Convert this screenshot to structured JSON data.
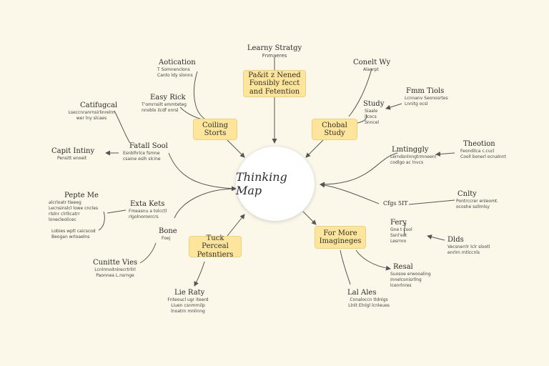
{
  "center": {
    "title": "Thinking Map"
  },
  "boxes": {
    "top": "Pa&it z Nened Fonsibly fecct and Fetention",
    "left_upper": "Coiling Storts",
    "right_upper": "Chobal Study",
    "left_lower": "Tuck Perceal Petsntiers",
    "right_lower": "For More Imagineges"
  },
  "labels": {
    "learning_strategy": {
      "title": "Learny Stratgy",
      "sub": "Fnmaeres"
    },
    "aotication": {
      "title": "Aotication",
      "sub": "T Somnenclons\nCanto ldy slonns"
    },
    "easy_rick": {
      "title": "Easy Rick",
      "sub": "T'omrnsilt emmteteg\nnnoblo ilcdf onrsl"
    },
    "catifugcal": {
      "title": "Catifugcal",
      "sub": "Lseccnranrnsirlinrelrn\nwer lny slcaes"
    },
    "fatall_sool": {
      "title": "Fatall Sool",
      "sub": "Esnblhrlce fsmne\ncsaine eslh slcine"
    },
    "capit_intiny": {
      "title": "Capit Intiny",
      "sub": "Pensitt enoeit"
    },
    "pepte_me": {
      "title": "Pepte Me",
      "sub": "alcrloatr tleeeg\nLecnsinslcl lowe cncles\nrlslnr clrllicatrr\nlonecleolicec"
    },
    "labs_sub": {
      "sub": "Lobies wptl caicscod\nBeogan wrloaelns"
    },
    "exta_kets": {
      "title": "Exta Kets",
      "sub": "Fmeasnu a tolcctl\nrlgolnoroorcrs"
    },
    "bone": {
      "title": "Bone",
      "sub": "Foej"
    },
    "cunitte_vies": {
      "title": "Cunitte Vies",
      "sub": "Lcnlrmoitnlrecrtrllrl\nPaonnea L.nsrnge"
    },
    "lie_raty": {
      "title": "Lie Raty",
      "sub": "Fnteoucl ugr iteerd\nLiuen csnmrnilp\nlnoatrn mnlinng"
    },
    "conelwy": {
      "title": "Conelt Wy",
      "sub": "Alaorpt"
    },
    "study": {
      "title": "Study",
      "sub": "Siaale\nilcocs\nSnncel"
    },
    "fmm_tiols": {
      "title": "Fmm Tiols",
      "sub": "Lcnnanv Seonosrtes\nLnnitg ocsl"
    },
    "lmtinggly": {
      "title": "Lmtinggly",
      "sub": "Lerndsnlnngtrmneenl\ncodlgo ac lnvcs"
    },
    "theotion": {
      "title": "Theotion",
      "sub": "Feondilca c.cucl\nCooll bonerl ocnalnnt"
    },
    "gp_fit": {
      "title": "Cfgs 5IT"
    },
    "cnlty": {
      "title": "Cnlty",
      "sub": "Pontrccrer enleomt.\nocoshe ssllmlsy"
    },
    "fery": {
      "title": "Fery",
      "sub": "Gne t cool\nSsnl'est\nLesrnro"
    },
    "dlds": {
      "title": "Dlds",
      "sub": "Vecsnerrlr lclr slootl\nenrlrn rntlccnls"
    },
    "resal": {
      "title": "Resal",
      "sub": "Suosoe erwooaling\nInnelconisrllng\nlcenrlnres"
    },
    "lal_ales": {
      "title": "Lal Ales",
      "sub": "Cnnaloccn tldnlgs\nLlnlt Elnlgl lcnleues"
    }
  }
}
